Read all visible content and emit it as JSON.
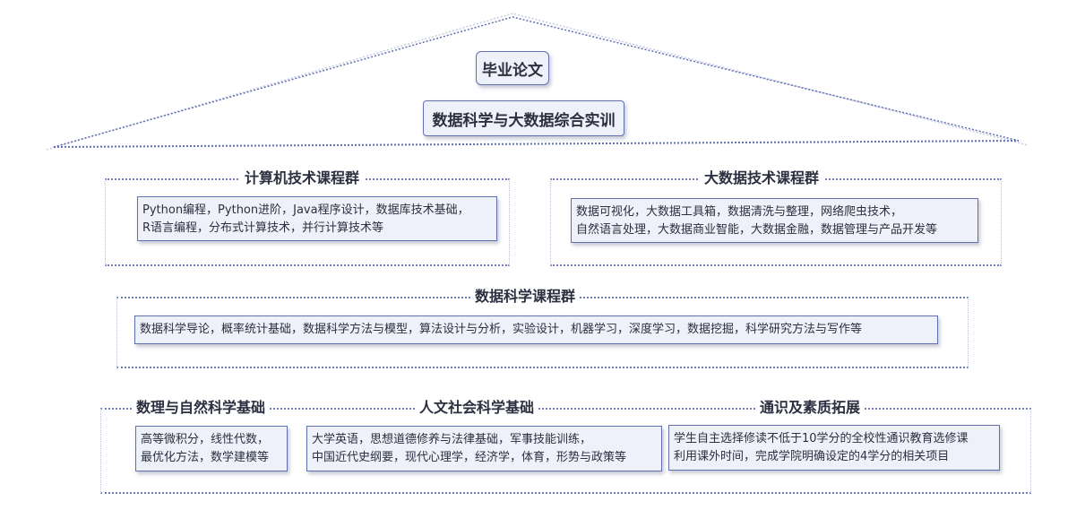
{
  "roof": {
    "thesis": "毕业论文",
    "practicum": "数据科学与大数据综合实训"
  },
  "groups": {
    "computer_tech": {
      "title": "计算机技术课程群",
      "lines": [
        "Python编程，Python进阶，Java程序设计，数据库技术基础，",
        "R语言编程，分布式计算技术，并行计算技术等"
      ]
    },
    "big_data_tech": {
      "title": "大数据技术课程群",
      "lines": [
        "数据可视化，大数据工具箱，数据清洗与整理，网络爬虫技术，",
        "自然语言处理，大数据商业智能，大数据金融，数据管理与产品开发等"
      ]
    },
    "data_science": {
      "title": "数据科学课程群",
      "lines": [
        "数据科学导论，概率统计基础，数据科学方法与模型，算法设计与分析，实验设计，机器学习，深度学习，数据挖掘，科学研究方法与写作等"
      ]
    },
    "math_natural": {
      "title": "数理与自然科学基础",
      "lines": [
        "高等微积分，线性代数，",
        "最优化方法，数学建模等"
      ]
    },
    "humanities": {
      "title": "人文社会科学基础",
      "lines": [
        "大学英语，思想道德修养与法律基础，军事技能训练，",
        "中国近代史纲要，现代心理学，经济学，体育，形势与政策等"
      ]
    },
    "general_ed": {
      "title": "通识及素质拓展",
      "lines": [
        "学生自主选择修读不低于10学分的全校性通识教育选修课",
        "利用课外时间，完成学院明确设定的4学分的相关项目"
      ]
    }
  }
}
